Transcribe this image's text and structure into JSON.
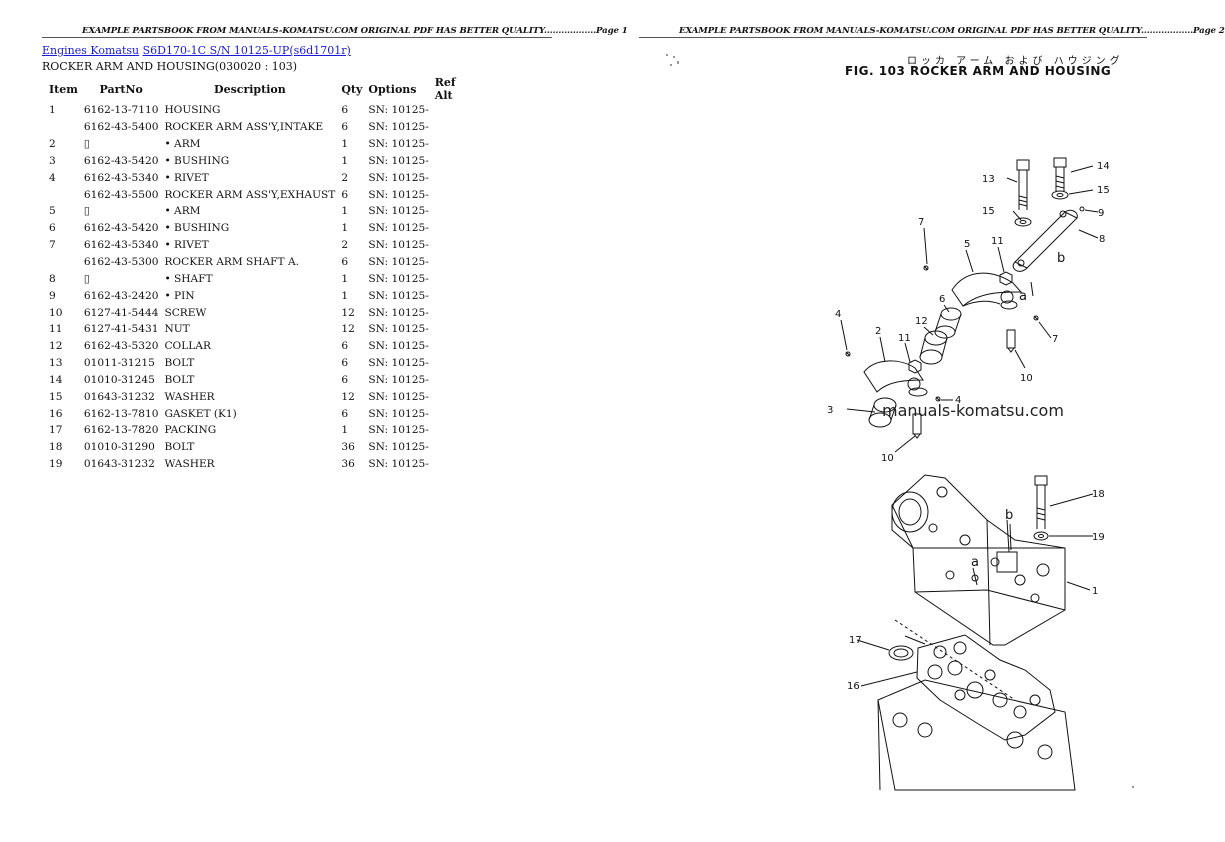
{
  "page1": {
    "header": "EXAMPLE PARTSBOOK FROM MANUALS-KOMATSU.COM ORIGINAL PDF HAS BETTER QUALITY..................Page 1",
    "breadcrumb": {
      "link1": "Engines Komatsu",
      "link2": "S6D170-1C S/N 10125-UP(s6d1701r)"
    },
    "subtitle": "ROCKER ARM AND HOUSING(030020 : 103)",
    "table": {
      "headers": [
        "Item",
        "PartNo",
        "Description",
        "Qty",
        "Options",
        "Ref Alt"
      ],
      "rows": [
        {
          "item": "1",
          "part": "6162-13-7110",
          "desc": "HOUSING",
          "qty": "6",
          "opt": "SN: 10125-"
        },
        {
          "item": "",
          "part": "6162-43-5400",
          "desc": "ROCKER ARM ASS'Y,INTAKE",
          "qty": "6",
          "opt": "SN: 10125-"
        },
        {
          "item": "2",
          "part": "▯",
          "desc": "• ARM",
          "qty": "1",
          "opt": "SN: 10125-"
        },
        {
          "item": "3",
          "part": "6162-43-5420",
          "desc": "• BUSHING",
          "qty": "1",
          "opt": "SN: 10125-"
        },
        {
          "item": "4",
          "part": "6162-43-5340",
          "desc": "• RIVET",
          "qty": "2",
          "opt": "SN: 10125-"
        },
        {
          "item": "",
          "part": "6162-43-5500",
          "desc": "ROCKER ARM ASS'Y,EXHAUST",
          "qty": "6",
          "opt": "SN: 10125-"
        },
        {
          "item": "5",
          "part": "▯",
          "desc": "• ARM",
          "qty": "1",
          "opt": "SN: 10125-"
        },
        {
          "item": "6",
          "part": "6162-43-5420",
          "desc": "• BUSHING",
          "qty": "1",
          "opt": "SN: 10125-"
        },
        {
          "item": "7",
          "part": "6162-43-5340",
          "desc": "• RIVET",
          "qty": "2",
          "opt": "SN: 10125-"
        },
        {
          "item": "",
          "part": "6162-43-5300",
          "desc": "ROCKER ARM SHAFT A.",
          "qty": "6",
          "opt": "SN: 10125-"
        },
        {
          "item": "8",
          "part": "▯",
          "desc": "• SHAFT",
          "qty": "1",
          "opt": "SN: 10125-"
        },
        {
          "item": "9",
          "part": "6162-43-2420",
          "desc": "• PIN",
          "qty": "1",
          "opt": "SN: 10125-"
        },
        {
          "item": "10",
          "part": "6127-41-5444",
          "desc": "SCREW",
          "qty": "12",
          "opt": "SN: 10125-"
        },
        {
          "item": "11",
          "part": "6127-41-5431",
          "desc": "NUT",
          "qty": "12",
          "opt": "SN: 10125-"
        },
        {
          "item": "12",
          "part": "6162-43-5320",
          "desc": "COLLAR",
          "qty": "6",
          "opt": "SN: 10125-"
        },
        {
          "item": "13",
          "part": "01011-31215",
          "desc": "BOLT",
          "qty": "6",
          "opt": "SN: 10125-"
        },
        {
          "item": "14",
          "part": "01010-31245",
          "desc": "BOLT",
          "qty": "6",
          "opt": "SN: 10125-"
        },
        {
          "item": "15",
          "part": "01643-31232",
          "desc": "WASHER",
          "qty": "12",
          "opt": "SN: 10125-"
        },
        {
          "item": "16",
          "part": "6162-13-7810",
          "desc": "GASKET (K1)",
          "qty": "6",
          "opt": "SN: 10125-"
        },
        {
          "item": "17",
          "part": "6162-13-7820",
          "desc": "PACKING",
          "qty": "1",
          "opt": "SN: 10125-"
        },
        {
          "item": "18",
          "part": "01010-31290",
          "desc": "BOLT",
          "qty": "36",
          "opt": "SN: 10125-"
        },
        {
          "item": "19",
          "part": "01643-31232",
          "desc": "WASHER",
          "qty": "36",
          "opt": "SN: 10125-"
        }
      ]
    }
  },
  "page2": {
    "header": "EXAMPLE PARTSBOOK FROM MANUALS-KOMATSU.COM ORIGINAL PDF HAS BETTER QUALITY..................Page 2",
    "fig_jp": "ロッカ アーム および ハウジング",
    "fig_title": "FIG. 103  ROCKER ARM AND HOUSING",
    "watermark": "manuals-komatsu.com",
    "callouts": [
      "1",
      "2",
      "3",
      "4",
      "5",
      "6",
      "7",
      "8",
      "9",
      "10",
      "11",
      "12",
      "13",
      "14",
      "15",
      "16",
      "17",
      "18",
      "19",
      "a",
      "b"
    ]
  }
}
